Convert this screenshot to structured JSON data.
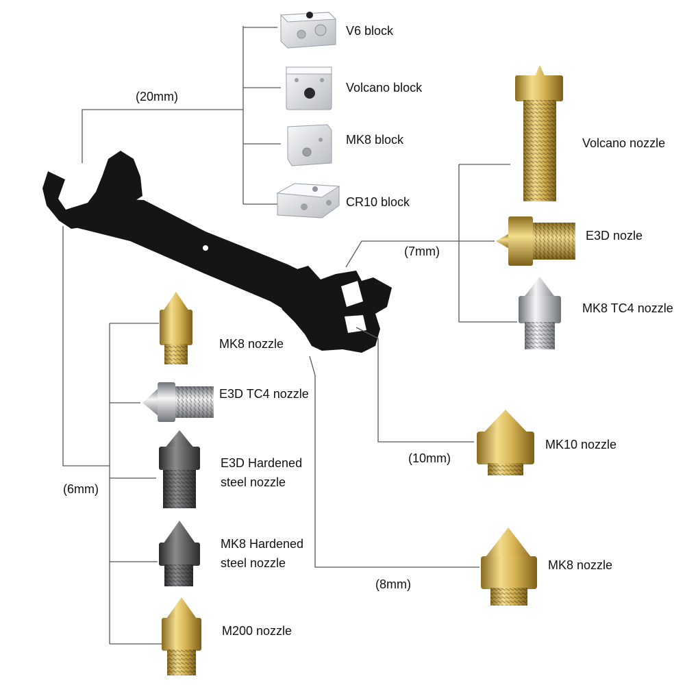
{
  "wrench_sizes": {
    "size_20": "(20mm)",
    "size_7": "(7mm)",
    "size_10": "(10mm)",
    "size_6": "(6mm)",
    "size_8": "(8mm)"
  },
  "heater_blocks": [
    {
      "label": "V6 block"
    },
    {
      "label": "Volcano  block"
    },
    {
      "label": "MK8 block"
    },
    {
      "label": "CR10 block"
    }
  ],
  "seven_mm_nozzles": [
    {
      "label": "Volcano nozzle"
    },
    {
      "label": "E3D nozle"
    },
    {
      "label": "MK8 TC4 nozzle"
    }
  ],
  "six_mm_nozzles": [
    {
      "label": "MK8 nozzle"
    },
    {
      "label": "E3D TC4 nozzle"
    },
    {
      "label": "E3D Hardened steel nozzle"
    },
    {
      "label": "MK8 Hardened steel nozzle"
    },
    {
      "label": "M200 nozzle"
    }
  ],
  "ten_mm_nozzle": {
    "label": "MK10 nozzle"
  },
  "eight_mm_nozzle": {
    "label": "MK8 nozzle"
  },
  "colors": {
    "line": "#555555",
    "wrench": "#151515",
    "brass": "#d8b556",
    "brass_dark": "#8a6a1e",
    "steel": "#cfd2d6",
    "steel_dark": "#6f7378",
    "hardened": "#4a4a4c",
    "aluminum": "#e4e6e8"
  }
}
